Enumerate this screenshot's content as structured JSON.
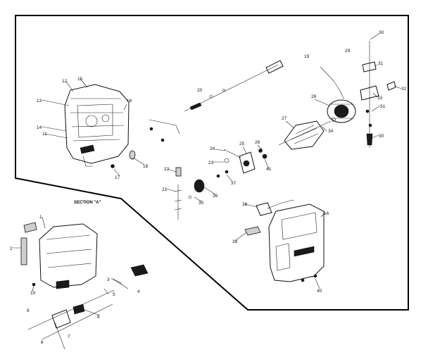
{
  "section_label": "SECTION \"A\"",
  "callouts": [
    "1",
    "2",
    "3",
    "4",
    "5",
    "6",
    "7",
    "8",
    "9",
    "10",
    "11",
    "12",
    "13",
    "14",
    "15",
    "16",
    "17",
    "18",
    "19",
    "20",
    "21",
    "22",
    "23",
    "24",
    "25",
    "26",
    "27",
    "28",
    "29",
    "30",
    "31",
    "32",
    "33",
    "34",
    "35",
    "36",
    "37",
    "38",
    "39",
    "40",
    "41"
  ],
  "colors": {
    "ink": "#111111",
    "background": "#ffffff"
  }
}
